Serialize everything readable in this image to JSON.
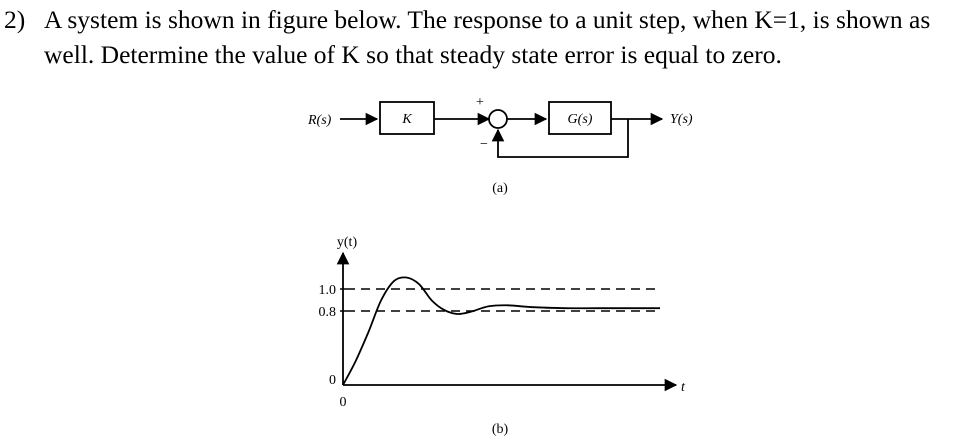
{
  "question": {
    "number": "2)",
    "line1": "A system is shown in figure below. The response to a unit step, when K=1, is shown as",
    "line2": "well. Determine the value of K so that steady state error is equal to zero."
  },
  "block_diagram": {
    "input_label": "R(s)",
    "gain_label": "K",
    "plus_sign": "+",
    "minus_sign": "−",
    "plant_label": "G(s)",
    "output_label": "Y(s)",
    "caption": "(a)"
  },
  "response_plot": {
    "y_axis_label": "y(t)",
    "x_axis_label": "t",
    "y_tick_1": "1.0",
    "y_tick_08": "0.8",
    "y_tick_0": "0",
    "x_tick_0": "0",
    "caption": "(b)"
  },
  "chart_data": {
    "type": "line",
    "title": "",
    "xlabel": "t",
    "ylabel": "y(t)",
    "yticks": [
      0,
      0.8,
      1.0
    ],
    "reference_lines": [
      1.0,
      0.8
    ],
    "series": [
      {
        "x": [
          0,
          0.4,
          0.8,
          1.2,
          1.6,
          2.0,
          2.4,
          2.8,
          3.2,
          3.6,
          4.0,
          4.6,
          5.2,
          6.0,
          7.0,
          8.0,
          9.0,
          10.0
        ],
        "y": [
          0,
          0.25,
          0.55,
          0.88,
          1.08,
          1.12,
          1.05,
          0.88,
          0.78,
          0.74,
          0.76,
          0.82,
          0.83,
          0.81,
          0.8,
          0.8,
          0.8,
          0.8
        ]
      }
    ]
  }
}
